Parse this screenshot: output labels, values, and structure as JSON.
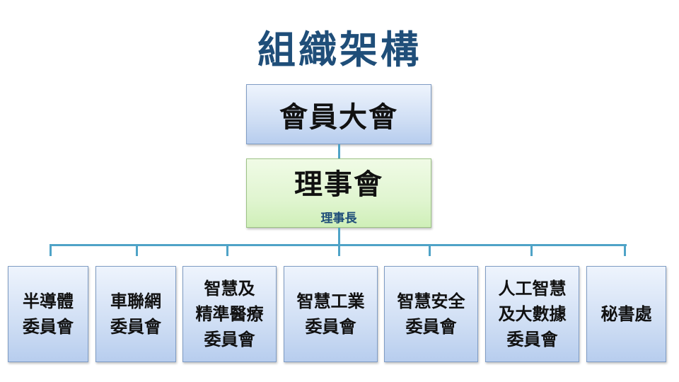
{
  "title": "組織架構",
  "general_assembly": "會員大會",
  "board": {
    "label": "理事會",
    "chair": "理事長"
  },
  "units": [
    {
      "lines": [
        "半導體",
        "委員會"
      ]
    },
    {
      "lines": [
        "車聯網",
        "委員會"
      ]
    },
    {
      "lines": [
        "智慧及",
        "精準醫療",
        "委員會"
      ]
    },
    {
      "lines": [
        "智慧工業",
        "委員會"
      ]
    },
    {
      "lines": [
        "智慧安全",
        "委員會"
      ]
    },
    {
      "lines": [
        "人工智慧",
        "及大數據",
        "委員會"
      ]
    },
    {
      "lines": [
        "秘書處"
      ]
    }
  ],
  "colors": {
    "title": "#1f4e79",
    "connector": "#4fa3c7"
  }
}
